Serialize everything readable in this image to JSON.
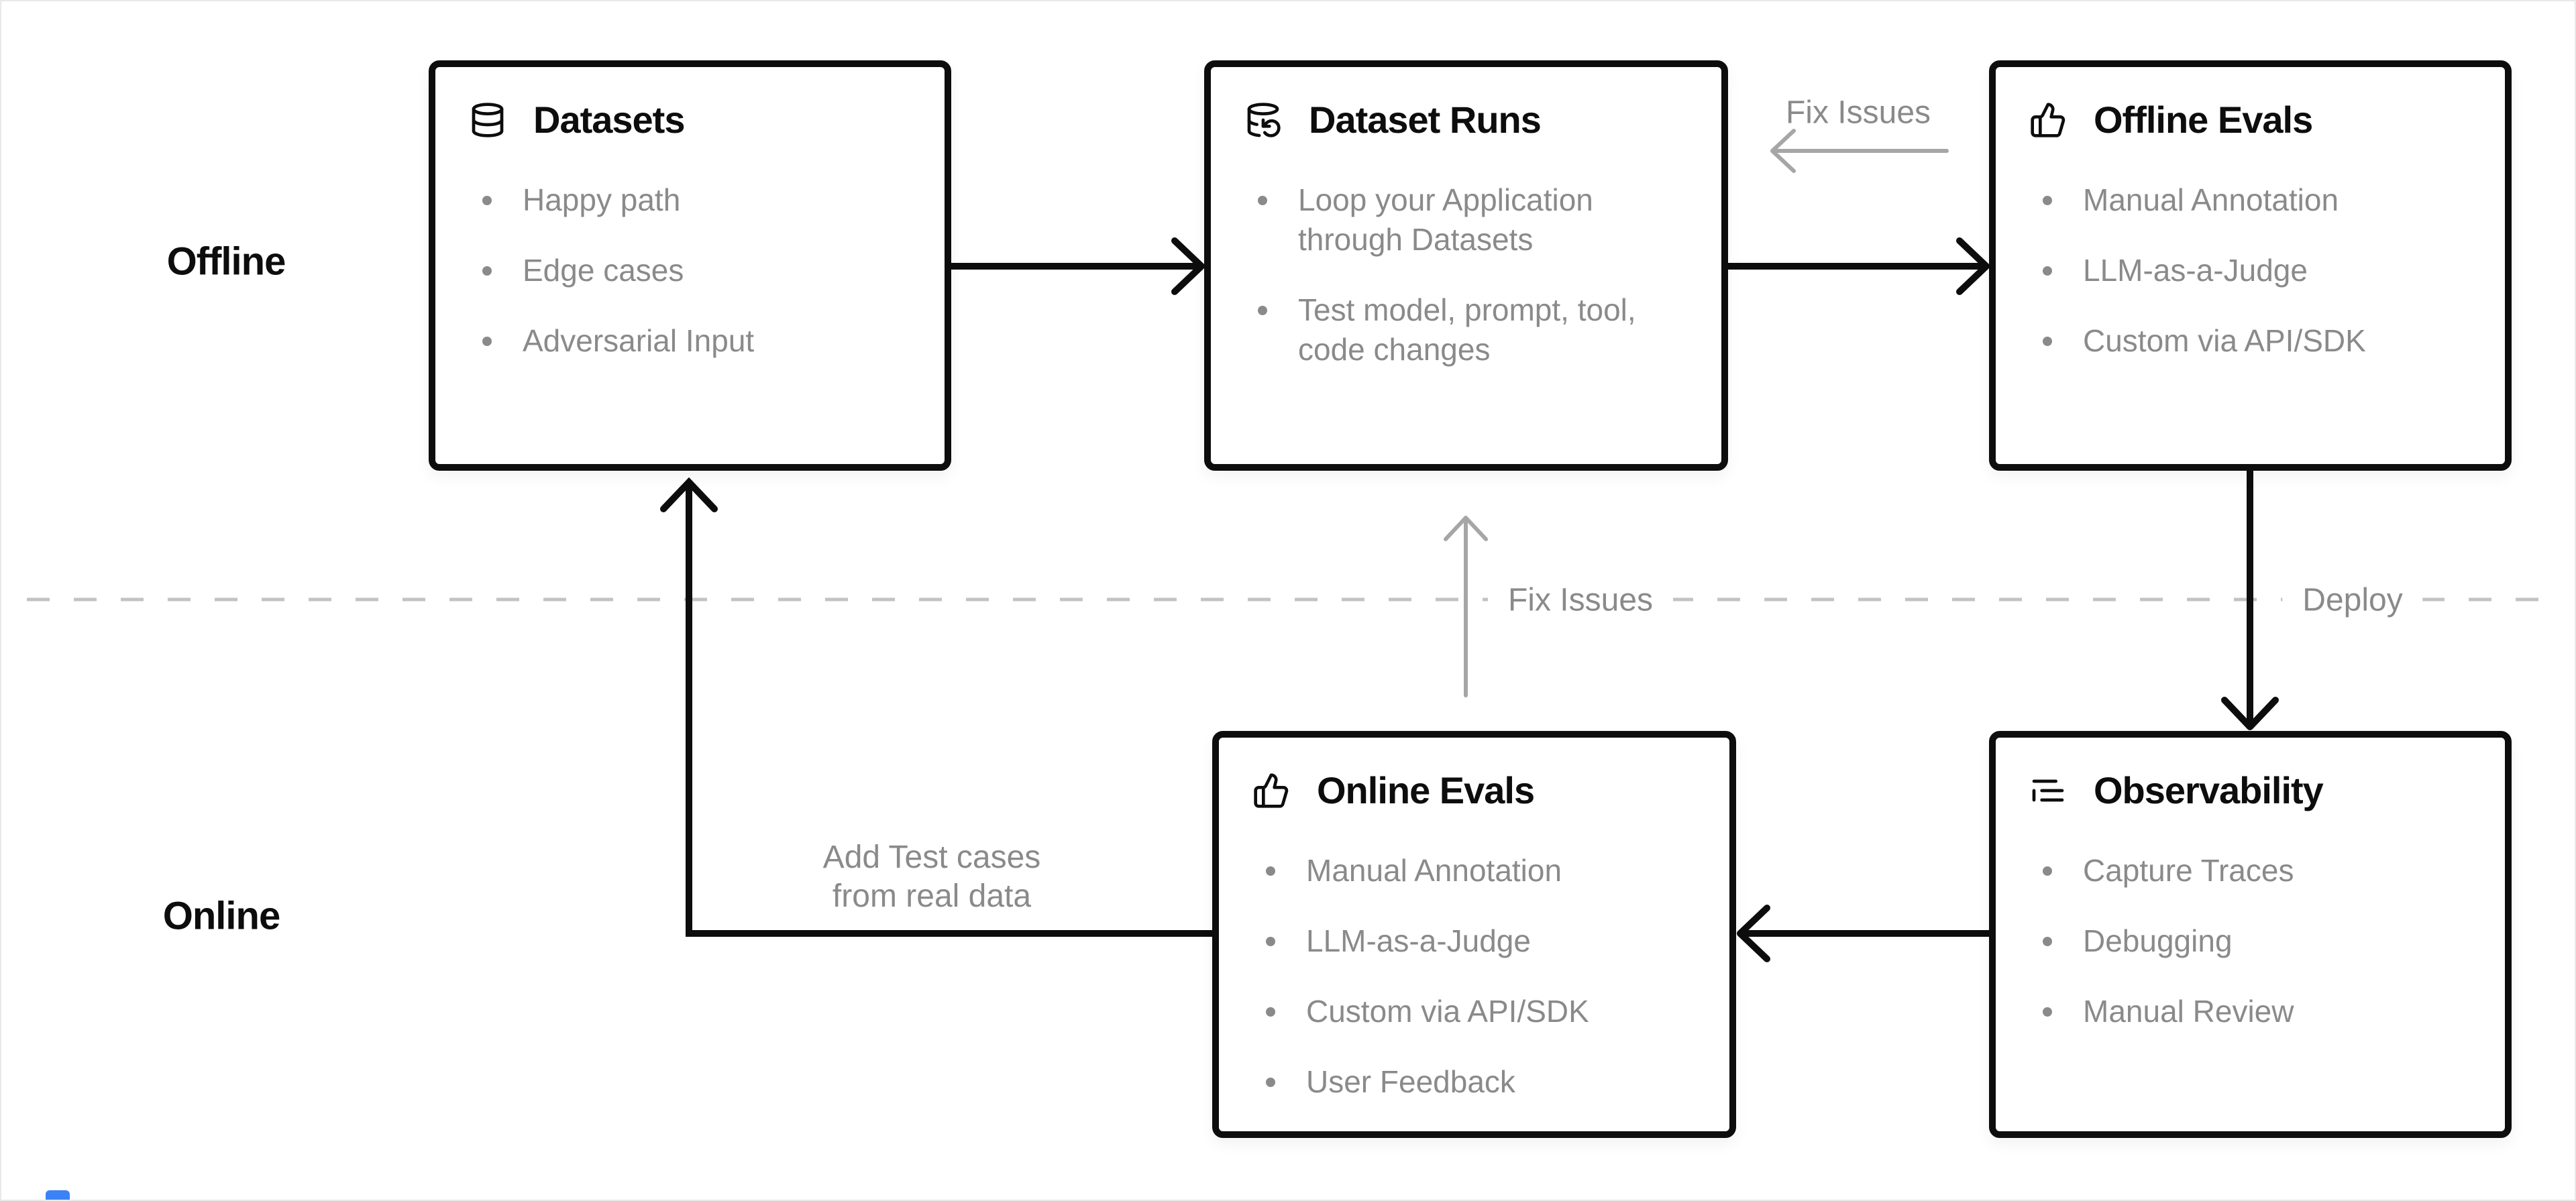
{
  "sections": {
    "offline_label": "Offline",
    "online_label": "Online"
  },
  "boxes": [
    {
      "id": "datasets",
      "icon": "database-icon",
      "title": "Datasets",
      "bullets": [
        "Happy path",
        "Edge cases",
        "Adversarial Input"
      ]
    },
    {
      "id": "dataset-runs",
      "icon": "database-run-icon",
      "title": "Dataset Runs",
      "bullets": [
        "Loop your Application through Datasets",
        "Test model, prompt, tool, code changes"
      ]
    },
    {
      "id": "offline-evals",
      "icon": "thumbs-up-icon",
      "title": "Offline Evals",
      "bullets": [
        "Manual Annotation",
        "LLM-as-a-Judge",
        "Custom via API/SDK"
      ]
    },
    {
      "id": "online-evals",
      "icon": "thumbs-up-icon",
      "title": "Online Evals",
      "bullets": [
        "Manual Annotation",
        "LLM-as-a-Judge",
        "Custom via API/SDK",
        "User Feedback"
      ]
    },
    {
      "id": "observability",
      "icon": "list-indent-icon",
      "title": "Observability",
      "bullets": [
        "Capture Traces",
        "Debugging",
        "Manual Review"
      ]
    }
  ],
  "annotations": {
    "fix_issues_top": "Fix Issues",
    "fix_issues_mid": "Fix Issues",
    "deploy": "Deploy",
    "add_test_cases_line1": "Add Test cases",
    "add_test_cases_line2": "from real data"
  },
  "colors": {
    "ink": "#0d0d0d",
    "muted_text": "#8a8a8a",
    "gray_arrow": "#a6a6a6",
    "dashed_line": "#c2c2c2",
    "canvas_border": "#e9e9e9",
    "widget_blue": "#3b82f6"
  }
}
